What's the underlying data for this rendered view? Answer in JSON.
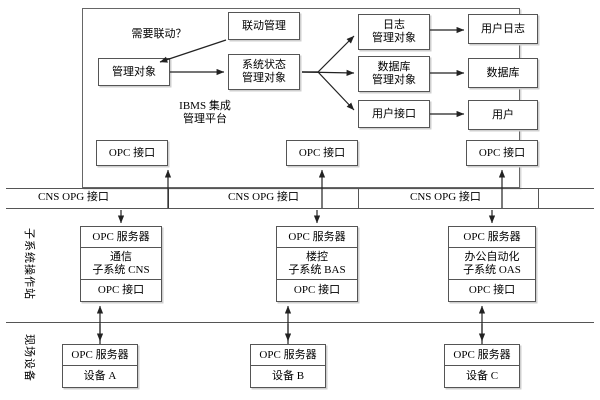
{
  "diagram": {
    "title_platform": "IBMS 集成",
    "title_platform_2": "管理平台",
    "top_layer": {
      "annotation_linkage": "需要联动？",
      "boxes": {
        "linkage_mgmt": "联动管理",
        "managed_object": "管理对象",
        "system_state_line1": "系统状态",
        "system_state_line2": "管理对象",
        "log_mgmt_line1": "日志",
        "log_mgmt_line2": "管理对象",
        "db_mgmt_line1": "数据库",
        "db_mgmt_line2": "管理对象",
        "user_interface": "用户接口",
        "user_log": "用户日志",
        "database": "数据库",
        "user": "用户"
      },
      "opc_interfaces": [
        "OPC 接口",
        "OPC 接口",
        "OPC 接口"
      ]
    },
    "bus_labels": [
      "CNS  OPG  接口",
      "CNS  OPG  接口",
      "CNS  OPG  接口"
    ],
    "side_labels": {
      "subsystem_station": "子系统操作站",
      "field_device": "现场设备"
    },
    "subsystems": [
      {
        "opc_server": "OPC 服务器",
        "name_line1": "通信",
        "name_line2": "子系统 CNS",
        "opc_interface": "OPC 接口"
      },
      {
        "opc_server": "OPC 服务器",
        "name_line1": "楼控",
        "name_line2": "子系统 BAS",
        "opc_interface": "OPC 接口"
      },
      {
        "opc_server": "OPC 服务器",
        "name_line1": "办公自动化",
        "name_line2": "子系统 OAS",
        "opc_interface": "OPC 接口"
      }
    ],
    "devices": [
      {
        "opc_server": "OPC 服务器",
        "name": "设备 A"
      },
      {
        "opc_server": "OPC 服务器",
        "name": "设备 B"
      },
      {
        "opc_server": "OPC 服务器",
        "name": "设备 C"
      }
    ],
    "colors": {
      "line": "#555555",
      "shadow": "#cfcfcf",
      "background": "#ffffff",
      "text": "#000000"
    }
  }
}
